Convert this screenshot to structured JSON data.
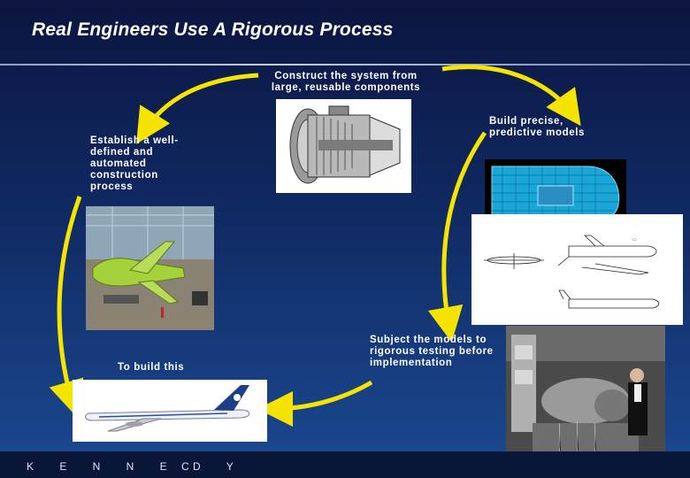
{
  "slide": {
    "title": "Real Engineers Use A Rigorous Process"
  },
  "captions": {
    "construct": "Construct the system from large, reusable components",
    "predictive": "Build precise, predictive models",
    "establish": "Establish a well-defined and automated construction process",
    "testing": "Subject the models to rigorous testing before implementation",
    "build": "To build this"
  },
  "footer": {
    "brand": "K E N N E D Y",
    "tail": "C"
  },
  "colors": {
    "arrow": "#f5e400",
    "background_top": "#0b1540",
    "background_bottom": "#1b4a92"
  }
}
